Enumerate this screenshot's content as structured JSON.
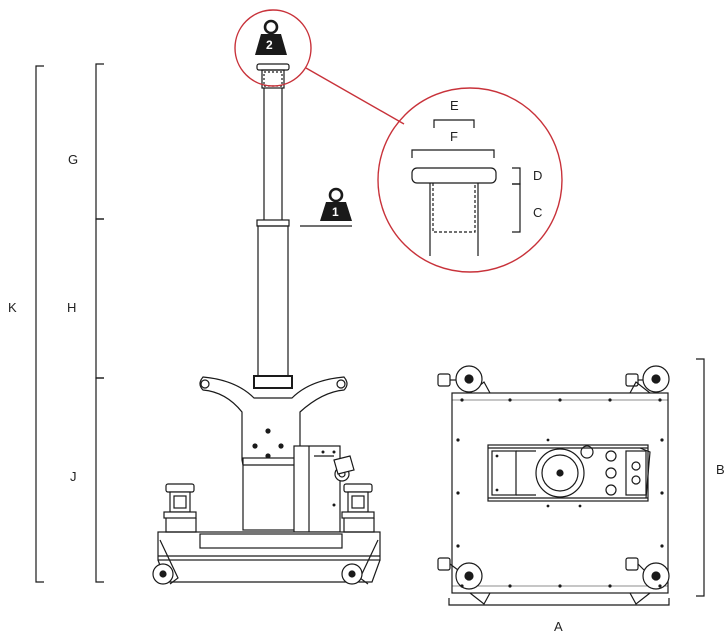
{
  "labels": {
    "A": "A",
    "B": "B",
    "C": "C",
    "D": "D",
    "E": "E",
    "F": "F",
    "G": "G",
    "H": "H",
    "J": "J",
    "K": "K"
  },
  "load_markers": {
    "upper": "2",
    "lower": "1"
  },
  "colors": {
    "line": "#1a1a1a",
    "detail_circle": "#c8323a",
    "background": "#ffffff"
  }
}
